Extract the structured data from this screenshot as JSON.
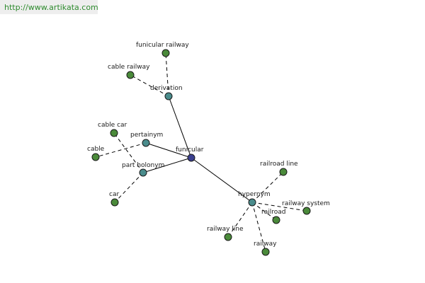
{
  "header": {
    "url": "http://www.artikata.com"
  },
  "colors": {
    "center_node": "#3a3f8f",
    "relation_node": "#4a8c8c",
    "leaf_node": "#4a8a3a",
    "url_text": "#2e8b2e"
  },
  "graph": {
    "center": {
      "id": "funicular",
      "label": "funicular"
    },
    "relations": [
      {
        "id": "derivation",
        "label": "derivation"
      },
      {
        "id": "pertainym",
        "label": "pertainym"
      },
      {
        "id": "part_holonym",
        "label": "part holonym"
      },
      {
        "id": "hypernym",
        "label": "hypernym"
      }
    ],
    "leaves": [
      {
        "id": "funicular_railway",
        "label": "funicular railway",
        "relation": "derivation"
      },
      {
        "id": "cable_railway",
        "label": "cable railway",
        "relation": "derivation"
      },
      {
        "id": "cable_car",
        "label": "cable car",
        "relation": "part_holonym"
      },
      {
        "id": "cable",
        "label": "cable",
        "relation": "pertainym"
      },
      {
        "id": "car",
        "label": "car",
        "relation": "part_holonym"
      },
      {
        "id": "railroad_line",
        "label": "railroad line",
        "relation": "hypernym"
      },
      {
        "id": "railway_system",
        "label": "railway system",
        "relation": "hypernym"
      },
      {
        "id": "railroad",
        "label": "railroad",
        "relation": "hypernym"
      },
      {
        "id": "railway_line",
        "label": "railway line",
        "relation": "hypernym"
      },
      {
        "id": "railway",
        "label": "railway",
        "relation": "hypernym"
      }
    ]
  }
}
